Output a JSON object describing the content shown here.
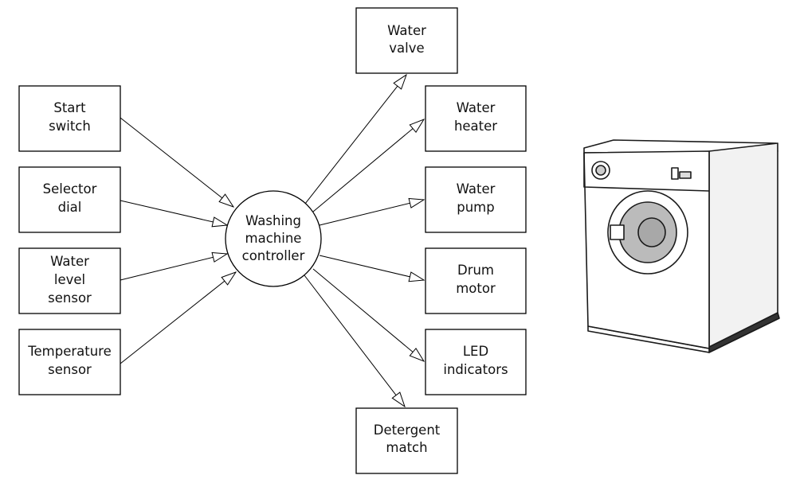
{
  "inputs": [
    {
      "lines": [
        "Start",
        "switch"
      ]
    },
    {
      "lines": [
        "Selector",
        "dial"
      ]
    },
    {
      "lines": [
        "Water",
        "level",
        "sensor"
      ]
    },
    {
      "lines": [
        "Temperature",
        "sensor"
      ]
    }
  ],
  "controller": {
    "lines": [
      "Washing",
      "machine",
      "controller"
    ]
  },
  "outputs": [
    {
      "lines": [
        "Water",
        "valve"
      ]
    },
    {
      "lines": [
        "Water",
        "heater"
      ]
    },
    {
      "lines": [
        "Water",
        "pump"
      ]
    },
    {
      "lines": [
        "Drum",
        "motor"
      ]
    },
    {
      "lines": [
        "LED",
        "indicators"
      ]
    },
    {
      "lines": [
        "Detergent",
        "match"
      ]
    }
  ]
}
